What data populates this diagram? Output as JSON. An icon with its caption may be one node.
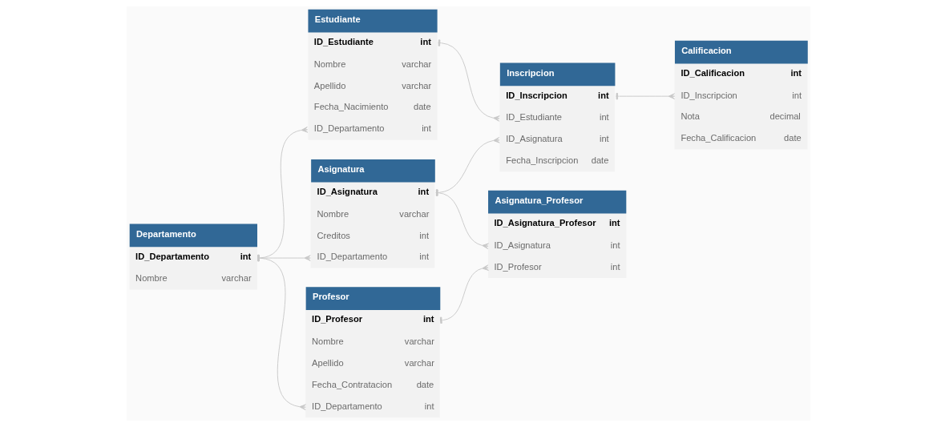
{
  "diagram": {
    "nodes": [
      {
        "text": [
          "Departamento",
          "ID_Departamento",
          "int",
          "Nombre",
          "varchar"
        ]
      },
      {
        "text": [
          "Estudiante",
          "ID_Estudiante",
          "int",
          "Nombre",
          "varchar",
          "Apellido",
          "varchar",
          "Fecha_Nacimiento",
          "date",
          "ID_Departamento",
          "int"
        ]
      },
      {
        "text": [
          "Asignatura",
          "ID_Asignatura",
          "int",
          "Nombre",
          "varchar",
          "Creditos",
          "int",
          "ID_Departamento",
          "int"
        ]
      },
      {
        "text": [
          "Profesor",
          "ID_Profesor",
          "int",
          "Nombre",
          "varchar",
          "Apellido",
          "varchar",
          "Fecha_Contratacion",
          "date",
          "ID_Departamento",
          "int"
        ]
      },
      {
        "text": [
          "Inscripcion",
          "ID_Inscripcion",
          "int",
          "ID_Estudiante",
          "int",
          "ID_Asignatura",
          "int",
          "Fecha_Inscripcion",
          "date"
        ]
      },
      {
        "text": [
          "Asignatura_Profesor",
          "ID_Asignatura_Profesor",
          "int",
          "ID_Asignatura",
          "int",
          "ID_Profesor",
          "int"
        ]
      },
      {
        "text": [
          "Calificacion",
          "ID_Calificacion",
          "int",
          "ID_Inscripcion",
          "int",
          "Nota",
          "decimal",
          "Fecha_Calificacion",
          "date"
        ]
      }
    ],
    "edges": [
      {
        "from": 0,
        "to": 1,
        "arrow": "other"
      },
      {
        "from": 0,
        "to": 2,
        "arrow": "other"
      },
      {
        "from": 0,
        "to": 3,
        "arrow": "other"
      },
      {
        "from": 1,
        "to": 4,
        "arrow": "other"
      },
      {
        "from": 2,
        "to": 4,
        "arrow": "other"
      },
      {
        "from": 4,
        "to": 6,
        "arrow": "other"
      },
      {
        "from": 2,
        "to": 5,
        "arrow": "other"
      },
      {
        "from": 3,
        "to": 5,
        "arrow": "other"
      }
    ]
  }
}
